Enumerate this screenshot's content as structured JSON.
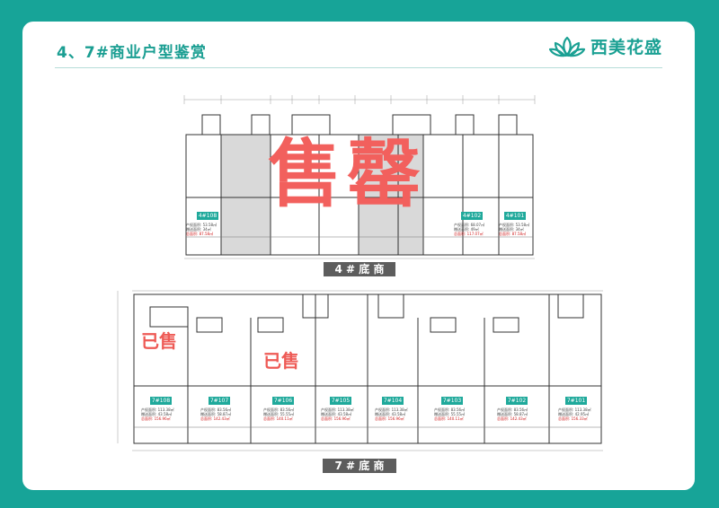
{
  "header": {
    "title": "4、7#商业户型鉴赏",
    "brand_name": "西美花盛"
  },
  "plan_4": {
    "label": "4 # 底 商",
    "units": [
      {
        "tag": "4#108",
        "lines": [
          "产权面积: 53.58㎡",
          "赠送面积: 34㎡",
          "总面积: 87.58㎡"
        ]
      },
      {
        "tag": "4#102",
        "lines": [
          "产权面积: 68.07㎡",
          "赠送面积: 49㎡",
          "总面积: 117.07㎡"
        ]
      },
      {
        "tag": "4#101",
        "lines": [
          "产权面积: 53.58㎡",
          "赠送面积: 34㎡",
          "总面积: 87.58㎡"
        ]
      }
    ]
  },
  "plan_7": {
    "label": "7 # 底 商",
    "units": [
      {
        "tag": "7#108",
        "lines": [
          "产权面积: 113.38㎡",
          "赠送面积: 43.58㎡",
          "总面积: 156.96㎡"
        ]
      },
      {
        "tag": "7#107",
        "lines": [
          "产权面积: 83.56㎡",
          "赠送面积: 58.87㎡",
          "总面积: 142.43㎡"
        ]
      },
      {
        "tag": "7#106",
        "lines": [
          "产权面积: 83.56㎡",
          "赠送面积: 55.55㎡",
          "总面积: 140.11㎡"
        ]
      },
      {
        "tag": "7#105",
        "lines": [
          "产权面积: 113.38㎡",
          "赠送面积: 43.58㎡",
          "总面积: 156.96㎡"
        ]
      },
      {
        "tag": "7#104",
        "lines": [
          "产权面积: 113.38㎡",
          "赠送面积: 43.58㎡",
          "总面积: 156.96㎡"
        ]
      },
      {
        "tag": "7#103",
        "lines": [
          "产权面积: 83.56㎡",
          "赠送面积: 55.55㎡",
          "总面积: 140.11㎡"
        ]
      },
      {
        "tag": "7#102",
        "lines": [
          "产权面积: 83.56㎡",
          "赠送面积: 58.87㎡",
          "总面积: 142.43㎡"
        ]
      },
      {
        "tag": "7#101",
        "lines": [
          "产权面积: 113.38㎡",
          "赠送面积: 42.95㎡",
          "总面积: 156.33㎡"
        ]
      }
    ]
  },
  "stamps": {
    "sold_out": "售罄",
    "sold": "已售"
  },
  "colors": {
    "background": "#17a498",
    "accent": "#1a9e92",
    "stamp": "#f2605d"
  }
}
